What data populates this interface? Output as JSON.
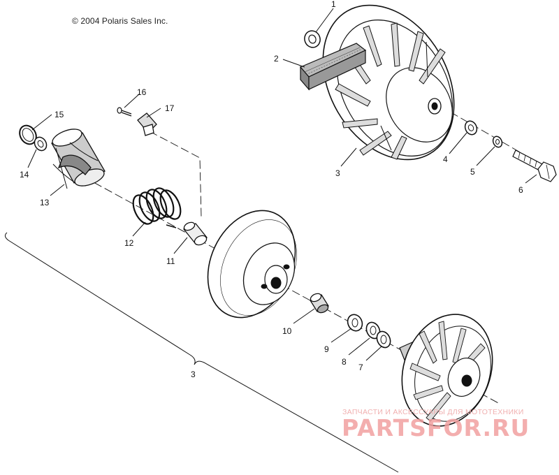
{
  "copyright": "© 2004 Polaris Sales Inc.",
  "callouts": [
    "1",
    "2",
    "3",
    "4",
    "5",
    "6",
    "7",
    "8",
    "9",
    "10",
    "11",
    "12",
    "13",
    "14",
    "15",
    "16",
    "17",
    "3"
  ],
  "watermark": {
    "caption": "ЗАПЧАСТИ И АКСЕССУАРЫ ДЛЯ МОТОТЕХНИКИ",
    "brand": "PARTSFOR.RU"
  }
}
